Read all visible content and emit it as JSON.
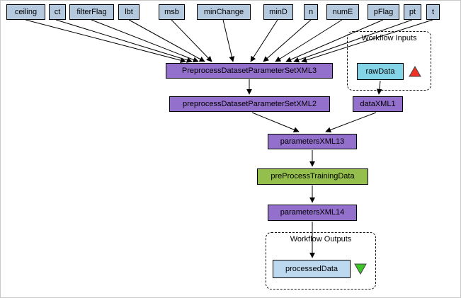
{
  "diagram": {
    "top_inputs": [
      "ceiling",
      "ct",
      "filterFlag",
      "lbt",
      "msb",
      "minChange",
      "minD",
      "n",
      "numE",
      "pFlag",
      "pt",
      "t"
    ],
    "workflow_inputs": {
      "label": "Workflow Inputs",
      "port": "rawData"
    },
    "workflow_outputs": {
      "label": "Workflow Outputs",
      "port": "processedData"
    },
    "nodes": {
      "xml3": "PreprocessDatasetParameterSetXML3",
      "xml2": "preprocessDatasetParameterSetXML2",
      "dataXML1": "dataXML1",
      "parametersXML13": "parametersXML13",
      "preProcessTrainingData": "preProcessTrainingData",
      "parametersXML14": "parametersXML14"
    },
    "colors": {
      "param_fill": "#b4c8de",
      "xml_fill": "#9470cd",
      "process_fill": "#95bf4d",
      "input_port_fill": "#84d4e8",
      "output_port_fill": "#bdd9ef",
      "input_marker": "#ee3124",
      "output_marker": "#3dc426",
      "edge": "#000000"
    }
  }
}
